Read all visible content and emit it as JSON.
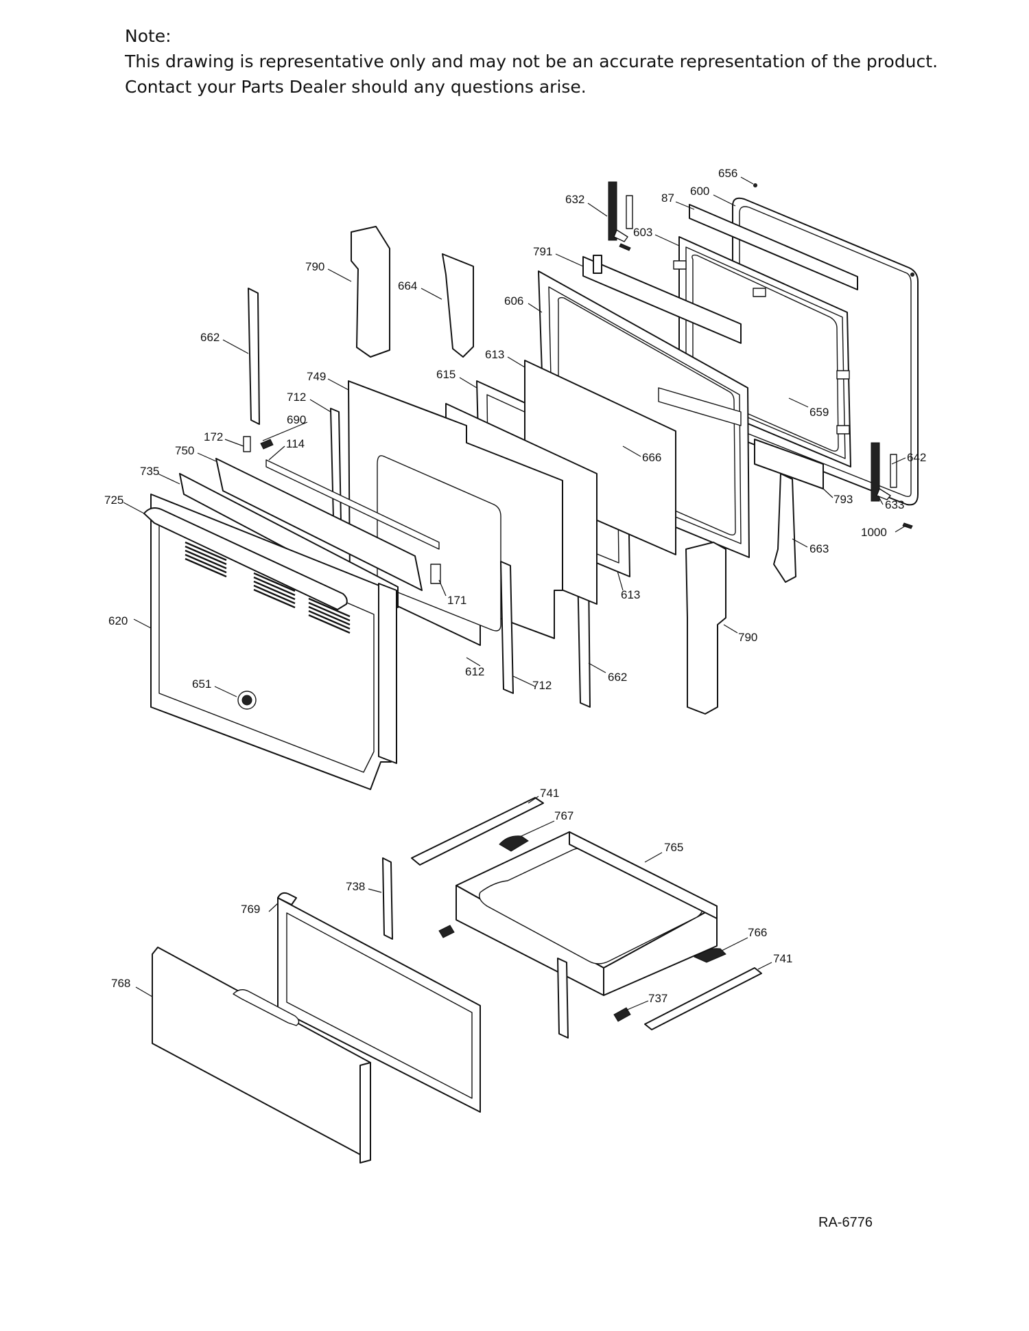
{
  "note": {
    "heading": "Note:",
    "line1": "This drawing is representative only and may not be an accurate representation of the product.",
    "line2": "Contact your Parts Dealer should any questions arise."
  },
  "diagram_code": "RA-6776",
  "part_labels": [
    "656",
    "632",
    "600",
    "87",
    "603",
    "791",
    "790",
    "664",
    "606",
    "662",
    "613",
    "615",
    "749",
    "712",
    "690",
    "172",
    "114",
    "750",
    "735",
    "725",
    "659",
    "666",
    "642",
    "793",
    "633",
    "1000",
    "663",
    "171",
    "613",
    "790",
    "620",
    "612",
    "712",
    "662",
    "651",
    "741",
    "767",
    "765",
    "738",
    "769",
    "766",
    "741",
    "768",
    "737"
  ]
}
